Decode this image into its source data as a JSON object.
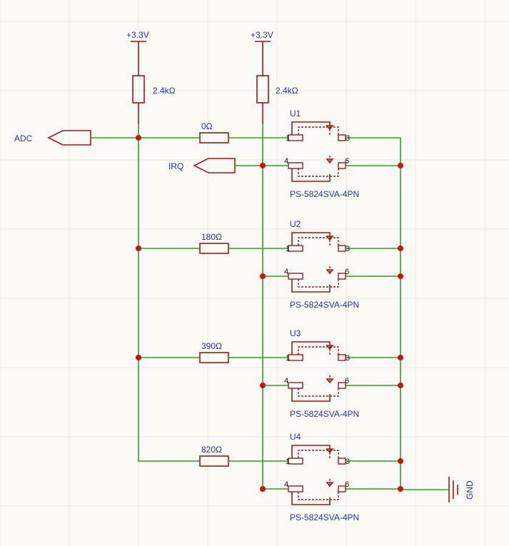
{
  "power": [
    {
      "label": "+3.3V"
    },
    {
      "label": "+3.3V"
    }
  ],
  "pullups": [
    {
      "value": "2.4kΩ"
    },
    {
      "value": "2.4kΩ"
    }
  ],
  "ports": {
    "adc": "ADC",
    "irq": "IRQ",
    "gnd": "GND"
  },
  "resistors": [
    {
      "value": "0Ω"
    },
    {
      "value": "180Ω"
    },
    {
      "value": "390Ω"
    },
    {
      "value": "820Ω"
    }
  ],
  "relays": [
    {
      "ref": "U1",
      "part": "PS-5824SVA-4PN",
      "pins": [
        "1",
        "3",
        "4",
        "6"
      ]
    },
    {
      "ref": "U2",
      "part": "PS-5824SVA-4PN",
      "pins": [
        "1",
        "3",
        "4",
        "6"
      ]
    },
    {
      "ref": "U3",
      "part": "PS-5824SVA-4PN",
      "pins": [
        "1",
        "3",
        "4",
        "6"
      ]
    },
    {
      "ref": "U4",
      "part": "PS-5824SVA-4PN",
      "pins": [
        "1",
        "3",
        "4",
        "6"
      ]
    }
  ],
  "colors": {
    "wire": "#2e9e2e",
    "component": "#a01818",
    "junction": "#d01010",
    "label": "#2233aa"
  }
}
